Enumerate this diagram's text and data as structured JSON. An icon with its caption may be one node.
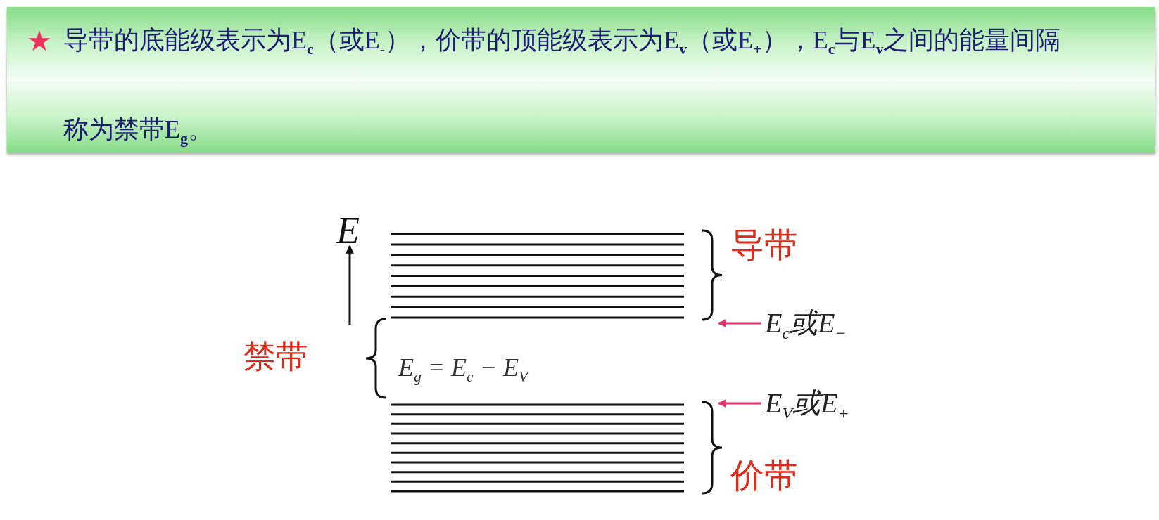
{
  "diagram": {
    "nodes": [
      {
        "text": [
          "★",
          "导带的底能级表示为E$_{c}$（或E$_{-}$），价带的顶能级表示为E$_{v}$（或E$_{+}$），E$_{c}$与E$_{v}$之间的能量间隔称为禁带E$_{g}$。"
        ]
      },
      {
        "text": [],
        "shape": "bar",
        "beside": [
          "导带"
        ]
      },
      {
        "text": [],
        "shape": "bar",
        "beside": [
          "价带"
        ]
      },
      {
        "text": [
          "E$_{c}$或E$_{−}$"
        ]
      },
      {
        "text": [
          "E$_{V}$或E$_{+}$"
        ]
      }
    ],
    "edges": [
      {
        "from": 3,
        "to": 1,
        "arrow": "to",
        "color": "#e8306a"
      },
      {
        "from": 4,
        "to": 2,
        "arrow": "to",
        "color": "#e8306a"
      }
    ],
    "labels": [
      "E",
      "禁带",
      "E$_{g}$ = E$_{c}$ − E$_{V}$"
    ]
  }
}
